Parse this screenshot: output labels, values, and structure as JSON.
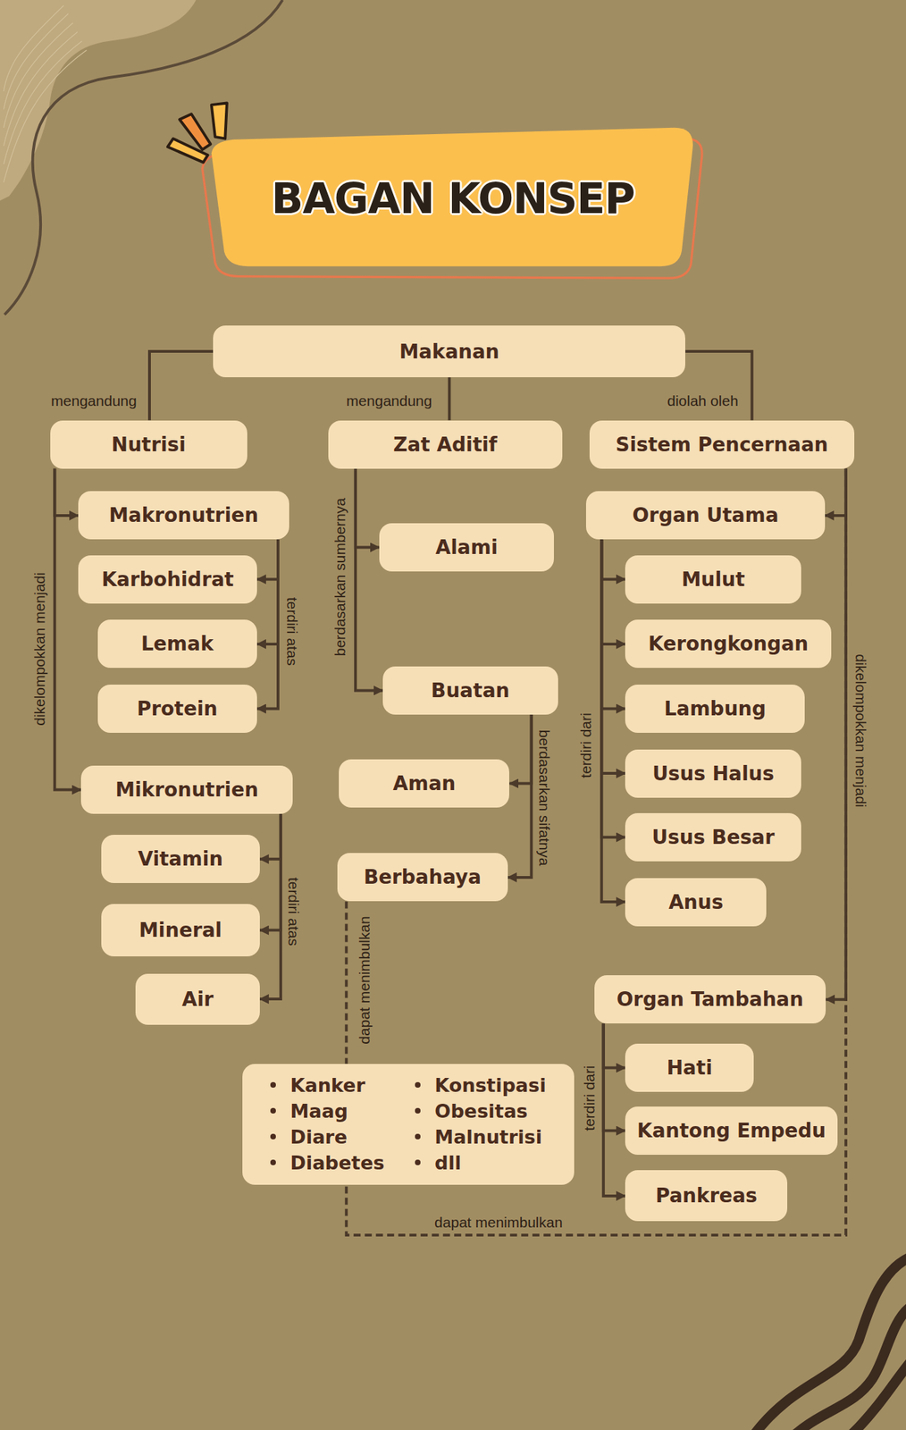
{
  "diagram": {
    "title": "BAGAN KONSEP",
    "nodes": [
      {
        "text": [
          "Makanan"
        ]
      },
      {
        "text": [
          "Nutrisi"
        ]
      },
      {
        "text": [
          "Zat Aditif"
        ]
      },
      {
        "text": [
          "Sistem Pencernaan"
        ]
      },
      {
        "text": [
          "Makronutrien"
        ]
      },
      {
        "text": [
          "Karbohidrat"
        ]
      },
      {
        "text": [
          "Lemak"
        ]
      },
      {
        "text": [
          "Protein"
        ]
      },
      {
        "text": [
          "Mikronutrien"
        ]
      },
      {
        "text": [
          "Vitamin"
        ]
      },
      {
        "text": [
          "Mineral"
        ]
      },
      {
        "text": [
          "Air"
        ]
      },
      {
        "text": [
          "Alami"
        ]
      },
      {
        "text": [
          "Buatan"
        ]
      },
      {
        "text": [
          "Aman"
        ]
      },
      {
        "text": [
          "Berbahaya"
        ]
      },
      {
        "text": [
          "Organ Utama"
        ]
      },
      {
        "text": [
          "Mulut"
        ]
      },
      {
        "text": [
          "Kerongkongan"
        ]
      },
      {
        "text": [
          "Lambung"
        ]
      },
      {
        "text": [
          "Usus Halus"
        ]
      },
      {
        "text": [
          "Usus Besar"
        ]
      },
      {
        "text": [
          "Anus"
        ]
      },
      {
        "text": [
          "Organ Tambahan"
        ]
      },
      {
        "text": [
          "Hati"
        ]
      },
      {
        "text": [
          "Kantong Empedu"
        ]
      },
      {
        "text": [
          "Pankreas"
        ]
      },
      {
        "text": [
          "Kanker",
          "Maag",
          "Diare",
          "Diabetes",
          "Konstipasi",
          "Obesitas",
          "Malnutrisi",
          "dll"
        ]
      }
    ],
    "edges": [
      {
        "from": 0,
        "to": 1,
        "label": "mengandung",
        "arrow": "none"
      },
      {
        "from": 0,
        "to": 2,
        "label": "mengandung",
        "arrow": "none"
      },
      {
        "from": 0,
        "to": 3,
        "label": "diolah oleh",
        "arrow": "none"
      },
      {
        "from": 1,
        "to": 4,
        "arrow": "to"
      },
      {
        "from": 1,
        "to": 8,
        "label": "dikelompokkan menjadi",
        "arrow": "to"
      },
      {
        "from": 4,
        "to": 5,
        "arrow": "to"
      },
      {
        "from": 4,
        "to": 6,
        "label": "terdiri atas",
        "arrow": "to"
      },
      {
        "from": 4,
        "to": 7,
        "arrow": "to"
      },
      {
        "from": 8,
        "to": 9,
        "arrow": "to"
      },
      {
        "from": 8,
        "to": 10,
        "label": "terdiri atas",
        "arrow": "to"
      },
      {
        "from": 8,
        "to": 11,
        "arrow": "to"
      },
      {
        "from": 2,
        "to": 12,
        "arrow": "to"
      },
      {
        "from": 2,
        "to": 13,
        "label": "berdasarkan sumbernya",
        "arrow": "to"
      },
      {
        "from": 13,
        "to": 14,
        "arrow": "to"
      },
      {
        "from": 13,
        "to": 15,
        "label": "berdasarkan sifatnya",
        "arrow": "to"
      },
      {
        "from": 15,
        "to": 27,
        "label": "dapat menimbulkan",
        "arrow": "none"
      },
      {
        "from": 3,
        "to": 16,
        "arrow": "to"
      },
      {
        "from": 3,
        "to": 23,
        "label": "dikelompokkan menjadi",
        "arrow": "to"
      },
      {
        "from": 16,
        "to": 17,
        "arrow": "to"
      },
      {
        "from": 16,
        "to": 18,
        "arrow": "to"
      },
      {
        "from": 16,
        "to": 19,
        "arrow": "to"
      },
      {
        "from": 16,
        "to": 20,
        "label": "terdiri dari",
        "arrow": "to"
      },
      {
        "from": 16,
        "to": 21,
        "arrow": "to"
      },
      {
        "from": 16,
        "to": 22,
        "arrow": "to"
      },
      {
        "from": 23,
        "to": 24,
        "arrow": "to"
      },
      {
        "from": 23,
        "to": 25,
        "label": "terdiri dari",
        "arrow": "to"
      },
      {
        "from": 23,
        "to": 26,
        "arrow": "to"
      },
      {
        "from": 3,
        "to": 27,
        "label": "dapat menimbulkan",
        "arrow": "none"
      }
    ]
  }
}
